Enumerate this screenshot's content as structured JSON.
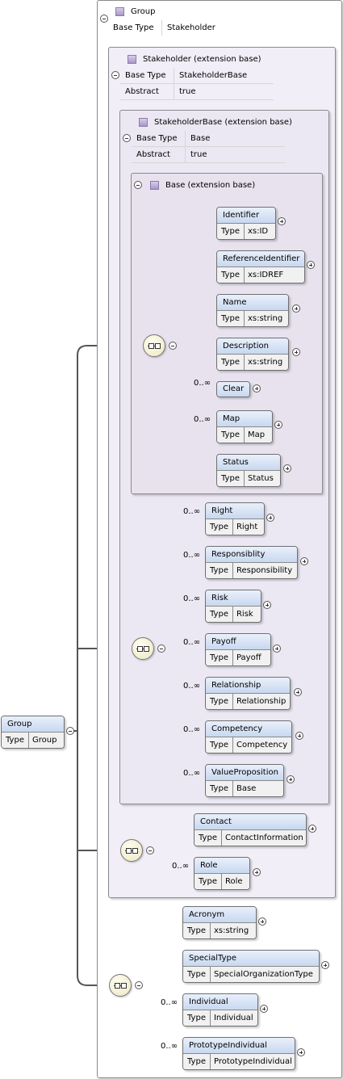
{
  "group_panel": {
    "title": "Group",
    "props": [
      {
        "key": "Base Type",
        "value": "Stakeholder"
      }
    ]
  },
  "stakeholder_panel": {
    "title": "Stakeholder (extension base)",
    "props": [
      {
        "key": "Base Type",
        "value": "StakeholderBase"
      },
      {
        "key": "Abstract",
        "value": "true"
      }
    ]
  },
  "stakeholderbase_panel": {
    "title": "StakeholderBase (extension base)",
    "props": [
      {
        "key": "Base Type",
        "value": "Base"
      },
      {
        "key": "Abstract",
        "value": "true"
      }
    ]
  },
  "base_panel": {
    "title": "Base (extension base)"
  },
  "type_label": "Type",
  "root": {
    "name": "Group",
    "type": "Group"
  },
  "base_elements": [
    {
      "name": "Identifier",
      "type": "xs:ID",
      "occ": ""
    },
    {
      "name": "ReferenceIdentifier",
      "type": "xs:IDREF",
      "occ": ""
    },
    {
      "name": "Name",
      "type": "xs:string",
      "occ": ""
    },
    {
      "name": "Description",
      "type": "xs:string",
      "occ": ""
    },
    {
      "name": "Clear",
      "type": "",
      "occ": "0..∞"
    },
    {
      "name": "Map",
      "type": "Map",
      "occ": "0..∞"
    },
    {
      "name": "Status",
      "type": "Status",
      "occ": ""
    }
  ],
  "stakeholderbase_elements": [
    {
      "name": "Right",
      "type": "Right",
      "occ": "0..∞"
    },
    {
      "name": "Responsiblity",
      "type": "Responsibility",
      "occ": "0..∞"
    },
    {
      "name": "Risk",
      "type": "Risk",
      "occ": "0..∞"
    },
    {
      "name": "Payoff",
      "type": "Payoff",
      "occ": "0..∞"
    },
    {
      "name": "Relationship",
      "type": "Relationship",
      "occ": "0..∞"
    },
    {
      "name": "Competency",
      "type": "Competency",
      "occ": "0..∞"
    },
    {
      "name": "ValueProposition",
      "type": "Base",
      "occ": "0..∞"
    }
  ],
  "stakeholder_elements": [
    {
      "name": "Contact",
      "type": "ContactInformation",
      "occ": ""
    },
    {
      "name": "Role",
      "type": "Role",
      "occ": "0..∞"
    }
  ],
  "group_elements": [
    {
      "name": "Acronym",
      "type": "xs:string",
      "occ": ""
    },
    {
      "name": "SpecialType",
      "type": "SpecialOrganizationType",
      "occ": ""
    },
    {
      "name": "Individual",
      "type": "Individual",
      "occ": "0..∞"
    },
    {
      "name": "PrototypeIndividual",
      "type": "PrototypeIndividual",
      "occ": "0..∞"
    }
  ]
}
